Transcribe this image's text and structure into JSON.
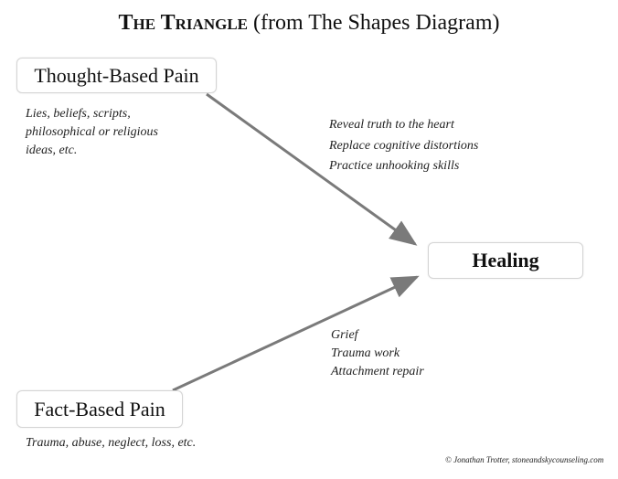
{
  "title": {
    "bold": "The Triangle",
    "rest": "(from The Shapes Diagram)"
  },
  "nodes": {
    "thought": {
      "label": "Thought-Based Pain",
      "notes": [
        "Lies, beliefs, scripts,",
        "philosophical or religious",
        "ideas, etc."
      ]
    },
    "healing": {
      "label": "Healing"
    },
    "fact": {
      "label": "Fact-Based Pain",
      "notes": [
        "Trauma, abuse, neglect, loss, etc."
      ]
    }
  },
  "edges": {
    "thought_to_healing": [
      "Reveal truth to the heart",
      "Replace cognitive distortions",
      "Practice unhooking skills"
    ],
    "fact_to_healing": [
      "Grief",
      "Trauma work",
      "Attachment repair"
    ]
  },
  "copyright": "© Jonathan Trotter, stoneandskycounseling.com",
  "colors": {
    "arrow": "#7a7a7a",
    "border": "#d4d4d4"
  }
}
